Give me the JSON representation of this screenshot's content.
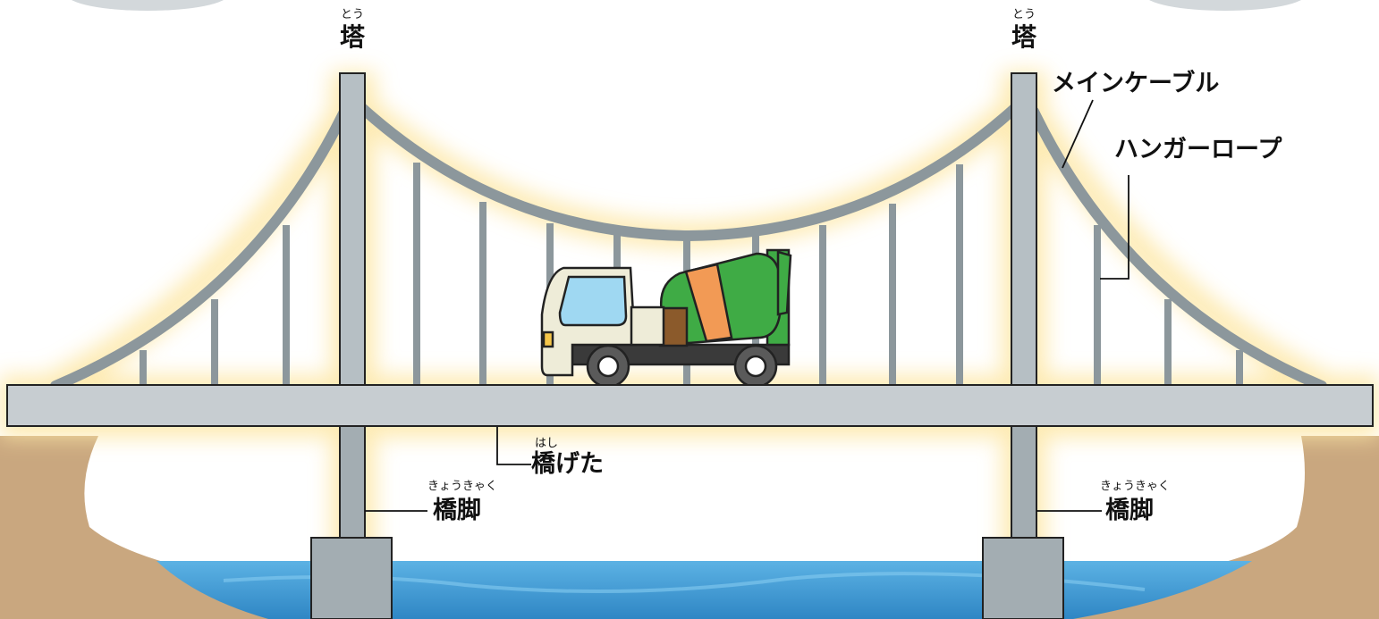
{
  "labels": {
    "tower": {
      "text": "塔",
      "ruby": "とう"
    },
    "main_cable": "メインケーブル",
    "hanger_rope": "ハンガーロープ",
    "girder": {
      "text": "橋げた",
      "ruby": "はし"
    },
    "pier": {
      "text": "橋脚",
      "ruby": "きょうきゃく"
    }
  },
  "colors": {
    "steel": "#8c979c",
    "deck": "#c7cdd1",
    "ground": "#c9a77f",
    "water": "#3d9ad4",
    "glow": "#fde7a6",
    "truck_drum": "#3fab45",
    "truck_stripe": "#f29a55",
    "truck_cab": "#eeecd8",
    "truck_window": "#9fd8f2"
  }
}
